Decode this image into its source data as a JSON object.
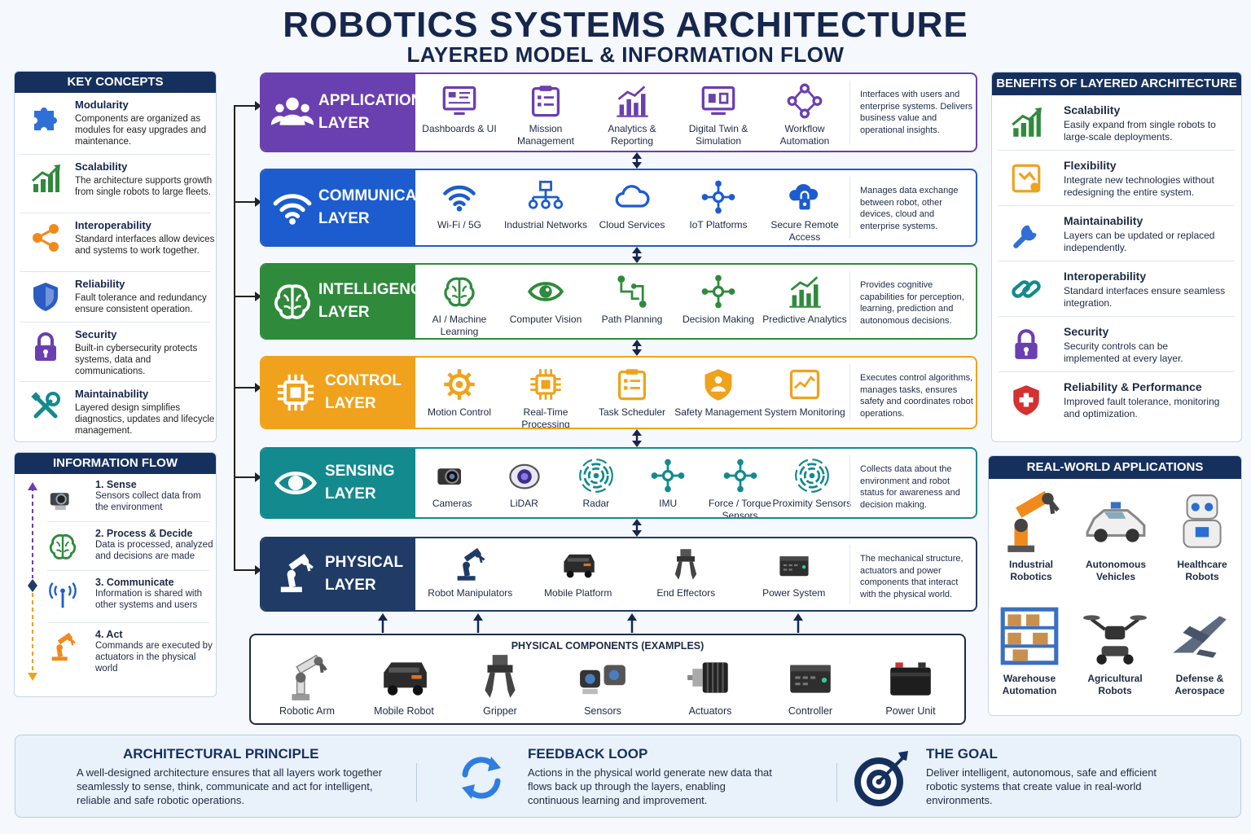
{
  "title": "ROBOTICS SYSTEMS ARCHITECTURE",
  "subtitle": "LAYERED MODEL & INFORMATION FLOW",
  "key_concepts": {
    "heading": "KEY CONCEPTS",
    "items": [
      {
        "title": "Modularity",
        "desc": "Components are organized as modules for easy upgrades and maintenance.",
        "icon": "puzzle-icon"
      },
      {
        "title": "Scalability",
        "desc": "The architecture supports growth from single robots to large fleets.",
        "icon": "growth-chart-icon"
      },
      {
        "title": "Interoperability",
        "desc": "Standard interfaces allow devices and systems to work together.",
        "icon": "share-nodes-icon"
      },
      {
        "title": "Reliability",
        "desc": "Fault tolerance and redundancy ensure consistent operation.",
        "icon": "shield-icon"
      },
      {
        "title": "Security",
        "desc": "Built-in cybersecurity protects systems, data and communications.",
        "icon": "lock-icon"
      },
      {
        "title": "Maintainability",
        "desc": "Layered design simplifies diagnostics, updates and lifecycle management.",
        "icon": "tools-icon"
      }
    ]
  },
  "information_flow": {
    "heading": "INFORMATION FLOW",
    "items": [
      {
        "title": "1. Sense",
        "desc": "Sensors collect data from the environment",
        "icon": "camera-sensor-icon"
      },
      {
        "title": "2. Process & Decide",
        "desc": "Data is processed, analyzed and decisions are made",
        "icon": "brain-icon"
      },
      {
        "title": "3. Communicate",
        "desc": "Information is shared with other systems and users",
        "icon": "antenna-icon"
      },
      {
        "title": "4. Act",
        "desc": "Commands are executed by actuators in the physical world",
        "icon": "robot-arm-icon"
      }
    ]
  },
  "layers": [
    {
      "name_line1": "APPLICATION",
      "name_line2": "LAYER",
      "color": "#6a3fb0",
      "icon": "users-icon",
      "items": [
        {
          "label": "Dashboards & UI",
          "icon": "dashboard-icon"
        },
        {
          "label": "Mission Management",
          "icon": "mission-list-icon"
        },
        {
          "label": "Analytics & Reporting",
          "icon": "analytics-icon"
        },
        {
          "label": "Digital Twin & Simulation",
          "icon": "digital-twin-icon"
        },
        {
          "label": "Workflow Automation",
          "icon": "workflow-icon"
        }
      ],
      "desc": "Interfaces with users and enterprise systems. Delivers business value and operational insights."
    },
    {
      "name_line1": "COMMUNICATION",
      "name_line2": "LAYER",
      "color": "#1c5ccf",
      "icon": "wifi-icon",
      "items": [
        {
          "label": "Wi-Fi / 5G",
          "icon": "wifi-icon"
        },
        {
          "label": "Industrial Networks",
          "icon": "network-icon"
        },
        {
          "label": "Cloud Services",
          "icon": "cloud-icon"
        },
        {
          "label": "IoT Platforms",
          "icon": "iot-icon"
        },
        {
          "label": "Secure Remote Access",
          "icon": "secure-access-icon"
        }
      ],
      "desc": "Manages data exchange between robot, other devices, cloud and enterprise systems."
    },
    {
      "name_line1": "INTELLIGENCE",
      "name_line2": "LAYER",
      "color": "#2f8a3c",
      "icon": "brain-icon",
      "items": [
        {
          "label": "AI / Machine Learning",
          "icon": "brain-icon"
        },
        {
          "label": "Computer Vision",
          "icon": "eye-icon"
        },
        {
          "label": "Path Planning",
          "icon": "path-icon"
        },
        {
          "label": "Decision Making",
          "icon": "decision-icon"
        },
        {
          "label": "Predictive Analytics",
          "icon": "predictive-chart-icon"
        }
      ],
      "desc": "Provides cognitive capabilities for perception, learning, prediction and autonomous decisions."
    },
    {
      "name_line1": "CONTROL",
      "name_line2": "LAYER",
      "color": "#f0a21c",
      "icon": "chip-icon",
      "items": [
        {
          "label": "Motion Control",
          "icon": "gear-icon"
        },
        {
          "label": "Real-Time Processing",
          "icon": "chip-icon"
        },
        {
          "label": "Task Scheduler",
          "icon": "task-list-icon"
        },
        {
          "label": "Safety Management",
          "icon": "safety-icon"
        },
        {
          "label": "System Monitoring",
          "icon": "monitor-icon"
        }
      ],
      "desc": "Executes control algorithms, manages tasks, ensures safety and coordinates robot operations."
    },
    {
      "name_line1": "SENSING",
      "name_line2": "LAYER",
      "color": "#128a8e",
      "icon": "eye-icon",
      "items": [
        {
          "label": "Cameras",
          "icon": "camera-icon"
        },
        {
          "label": "LiDAR",
          "icon": "lidar-icon"
        },
        {
          "label": "Radar",
          "icon": "radar-icon"
        },
        {
          "label": "IMU",
          "icon": "imu-icon"
        },
        {
          "label": "Force / Torque Sensors",
          "icon": "force-sensor-icon"
        },
        {
          "label": "Proximity Sensors",
          "icon": "proximity-icon"
        }
      ],
      "desc": "Collects data about the environment and robot status for awareness and decision making."
    },
    {
      "name_line1": "PHYSICAL",
      "name_line2": "LAYER",
      "color": "#1f3b66",
      "icon": "robot-arm-icon",
      "items": [
        {
          "label": "Robot Manipulators",
          "icon": "robot-arm-icon"
        },
        {
          "label": "Mobile Platform",
          "icon": "mobile-platform-icon"
        },
        {
          "label": "End Effectors",
          "icon": "end-effector-icon"
        },
        {
          "label": "Power System",
          "icon": "power-system-icon"
        }
      ],
      "desc": "The mechanical structure, actuators and power components that interact with the physical world."
    }
  ],
  "physical_components": {
    "heading": "PHYSICAL COMPONENTS (EXAMPLES)",
    "items": [
      {
        "label": "Robotic Arm",
        "icon": "robotic-arm-icon"
      },
      {
        "label": "Mobile Robot",
        "icon": "mobile-robot-icon"
      },
      {
        "label": "Gripper",
        "icon": "gripper-icon"
      },
      {
        "label": "Sensors",
        "icon": "sensors-icon"
      },
      {
        "label": "Actuators",
        "icon": "actuator-icon"
      },
      {
        "label": "Controller",
        "icon": "controller-icon"
      },
      {
        "label": "Power Unit",
        "icon": "battery-icon"
      }
    ]
  },
  "benefits": {
    "heading": "BENEFITS OF LAYERED ARCHITECTURE",
    "items": [
      {
        "title": "Scalability",
        "desc": "Easily expand from single robots to large-scale deployments.",
        "icon": "growth-chart-icon"
      },
      {
        "title": "Flexibility",
        "desc": "Integrate new technologies without redesigning the entire system.",
        "icon": "flexibility-icon"
      },
      {
        "title": "Maintainability",
        "desc": "Layers can be updated or replaced independently.",
        "icon": "wrench-icon"
      },
      {
        "title": "Interoperability",
        "desc": "Standard interfaces ensure seamless integration.",
        "icon": "link-icon"
      },
      {
        "title": "Security",
        "desc": "Security controls can be implemented at every layer.",
        "icon": "lock-icon"
      },
      {
        "title": "Reliability & Performance",
        "desc": "Improved fault tolerance, monitoring and optimization.",
        "icon": "shield-cross-icon"
      }
    ]
  },
  "real_world": {
    "heading": "REAL-WORLD APPLICATIONS",
    "items": [
      {
        "label": "Industrial Robotics",
        "icon": "industrial-robot-icon"
      },
      {
        "label": "Autonomous Vehicles",
        "icon": "car-icon"
      },
      {
        "label": "Healthcare Robots",
        "icon": "healthcare-robot-icon"
      },
      {
        "label": "Warehouse Automation",
        "icon": "warehouse-icon"
      },
      {
        "label": "Agricultural Robots",
        "icon": "drone-icon"
      },
      {
        "label": "Defense & Aerospace",
        "icon": "aircraft-icon"
      }
    ]
  },
  "footer": {
    "principle": {
      "title": "ARCHITECTURAL PRINCIPLE",
      "desc": "A well-designed architecture ensures that all layers work together seamlessly to sense, think, communicate and act for intelligent, reliable and safe robotic operations."
    },
    "feedback": {
      "title": "FEEDBACK LOOP",
      "desc": "Actions in the physical world generate new data that flows back up through the layers, enabling continuous learning and improvement.",
      "icon": "refresh-icon"
    },
    "goal": {
      "title": "THE GOAL",
      "desc": "Deliver intelligent, autonomous, safe and efficient robotic systems that create value in real-world environments.",
      "icon": "target-icon"
    }
  }
}
